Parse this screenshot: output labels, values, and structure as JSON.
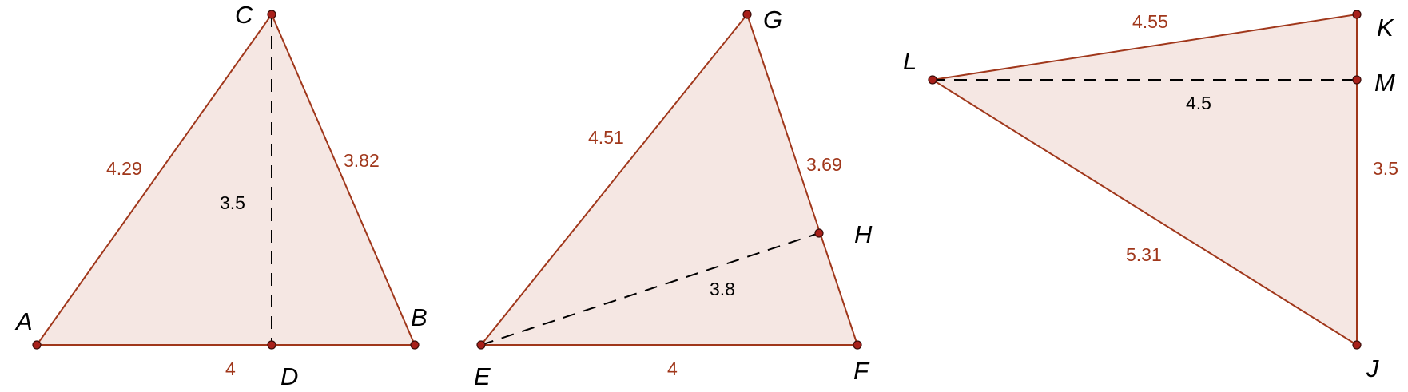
{
  "triangle_1": {
    "vertices": {
      "A": "A",
      "B": "B",
      "C": "C",
      "D": "D"
    },
    "side_AC": "4.29",
    "side_CB": "3.82",
    "side_AB": "4",
    "height_CD": "3.5"
  },
  "triangle_2": {
    "vertices": {
      "E": "E",
      "F": "F",
      "G": "G",
      "H": "H"
    },
    "side_EG": "4.51",
    "side_GF": "3.69",
    "side_EF": "4",
    "height_EH": "3.8"
  },
  "triangle_3": {
    "vertices": {
      "J": "J",
      "K": "K",
      "L": "L",
      "M": "M"
    },
    "side_LK": "4.55",
    "side_LJ": "5.31",
    "side_KJ": "3.5",
    "height_LM": "4.5"
  },
  "colors": {
    "fill": "#f5e7e3",
    "edge": "#a0371b",
    "point": "#a8201a",
    "height_line": "#000000"
  }
}
